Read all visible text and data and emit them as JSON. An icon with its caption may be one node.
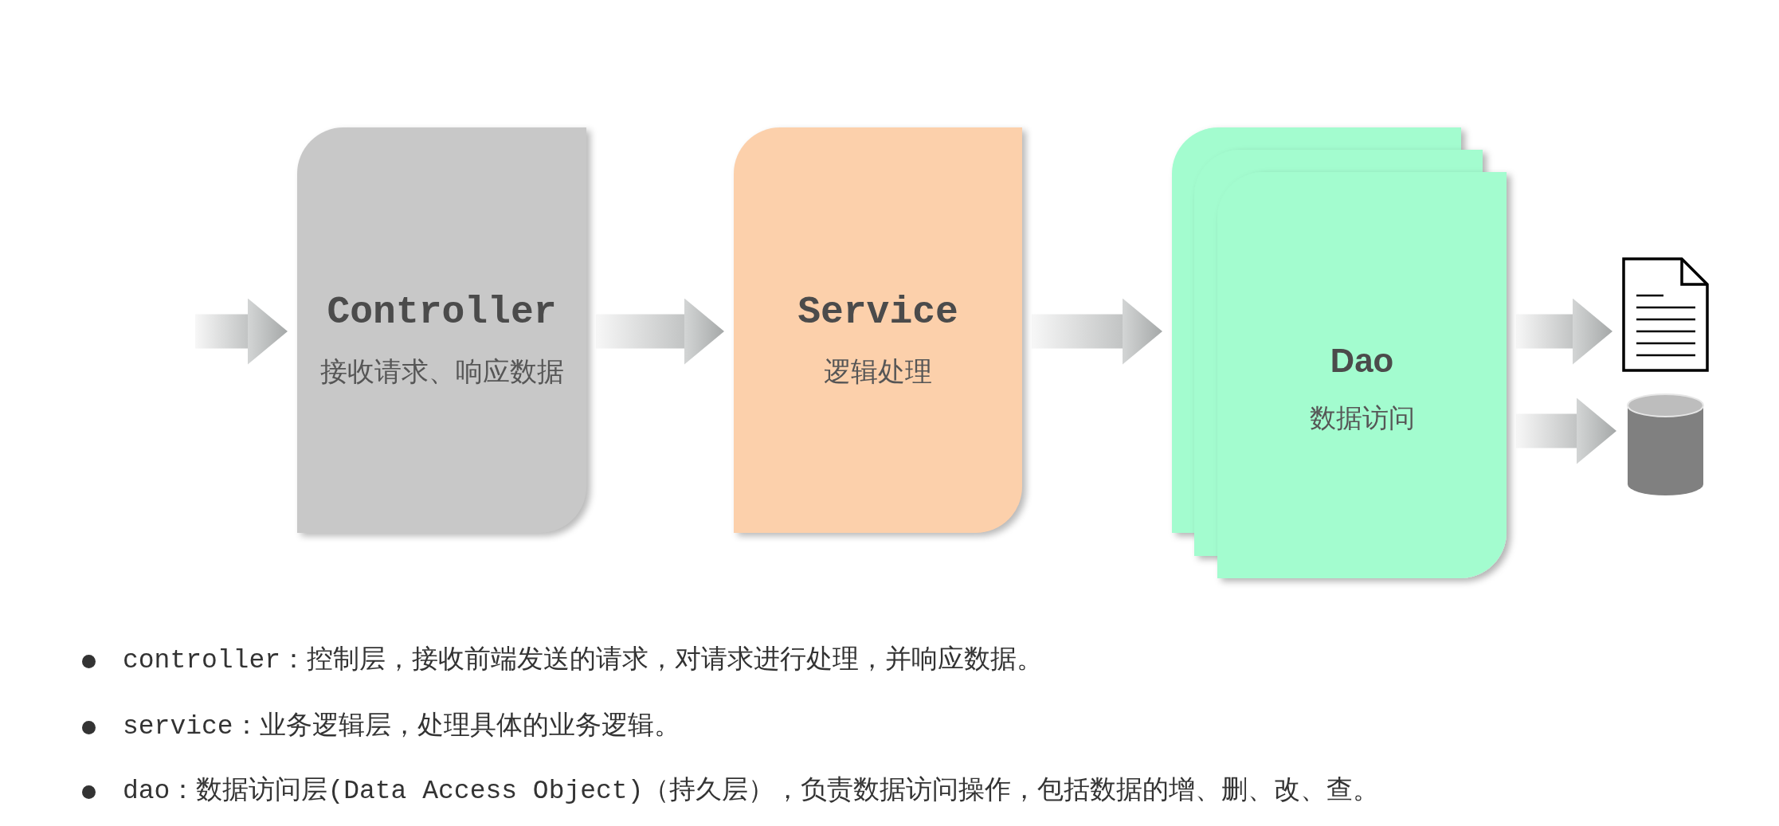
{
  "diagram": {
    "nodes": [
      {
        "text": [
          "Controller",
          "接收请求、响应数据"
        ]
      },
      {
        "text": [
          "Service",
          "逻辑处理"
        ]
      },
      {
        "text": [
          "Dao",
          "数据访问"
        ]
      },
      {
        "text": [],
        "shape": "document"
      },
      {
        "text": [],
        "shape": "cylinder"
      }
    ],
    "edges": [
      {
        "from": null,
        "to": 0,
        "arrow": "to"
      },
      {
        "from": 0,
        "to": 1,
        "arrow": "to"
      },
      {
        "from": 1,
        "to": 2,
        "arrow": "to"
      },
      {
        "from": 2,
        "to": 3,
        "arrow": "to"
      },
      {
        "from": 2,
        "to": 4,
        "arrow": "to"
      }
    ],
    "labels": [
      "controller：控制层，接收前端发送的请求，对请求进行处理，并响应数据。",
      "service：业务逻辑层，处理具体的业务逻辑。",
      "dao：数据访问层(Data Access Object)（持久层），负责数据访问操作，包括数据的增、删、改、查。"
    ]
  }
}
